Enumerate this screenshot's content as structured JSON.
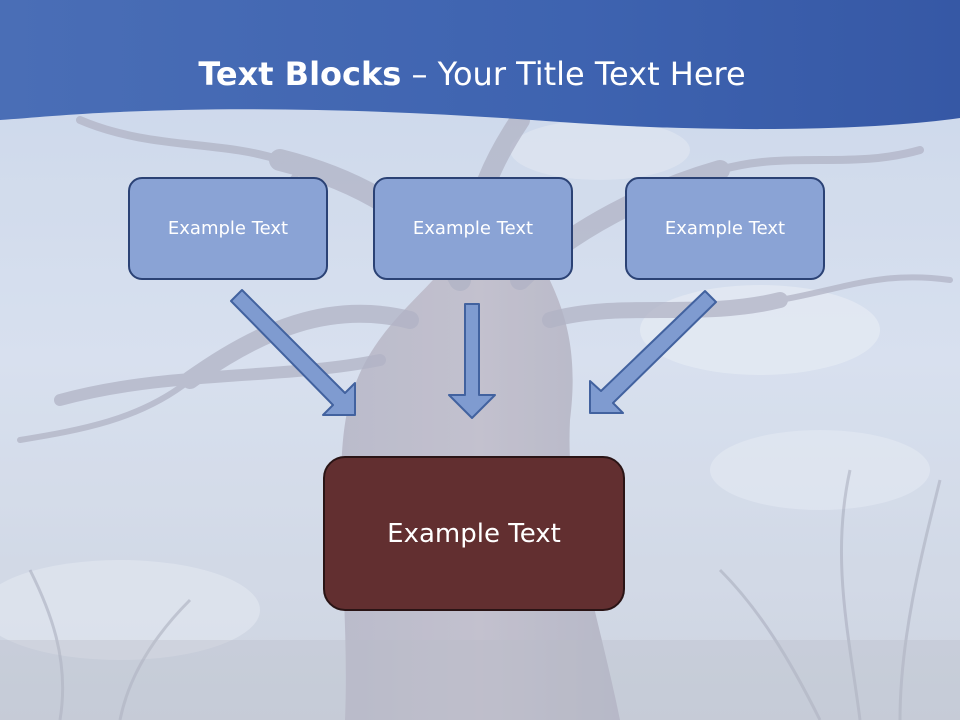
{
  "slide": {
    "title_bold": "Text Blocks",
    "title_separator": " – ",
    "title_rest": "Your Title Text Here"
  },
  "diagram": {
    "top_blocks": [
      {
        "label": "Example Text"
      },
      {
        "label": "Example Text"
      },
      {
        "label": "Example Text"
      }
    ],
    "result_block": {
      "label": "Example Text"
    }
  },
  "colors": {
    "header_band": "#3e63b0",
    "top_block_fill": "#8aa3d5",
    "top_block_border": "#2b4275",
    "result_block_fill": "#622f30",
    "arrow_fill": "#7f9bd0",
    "arrow_stroke": "#42629f"
  }
}
